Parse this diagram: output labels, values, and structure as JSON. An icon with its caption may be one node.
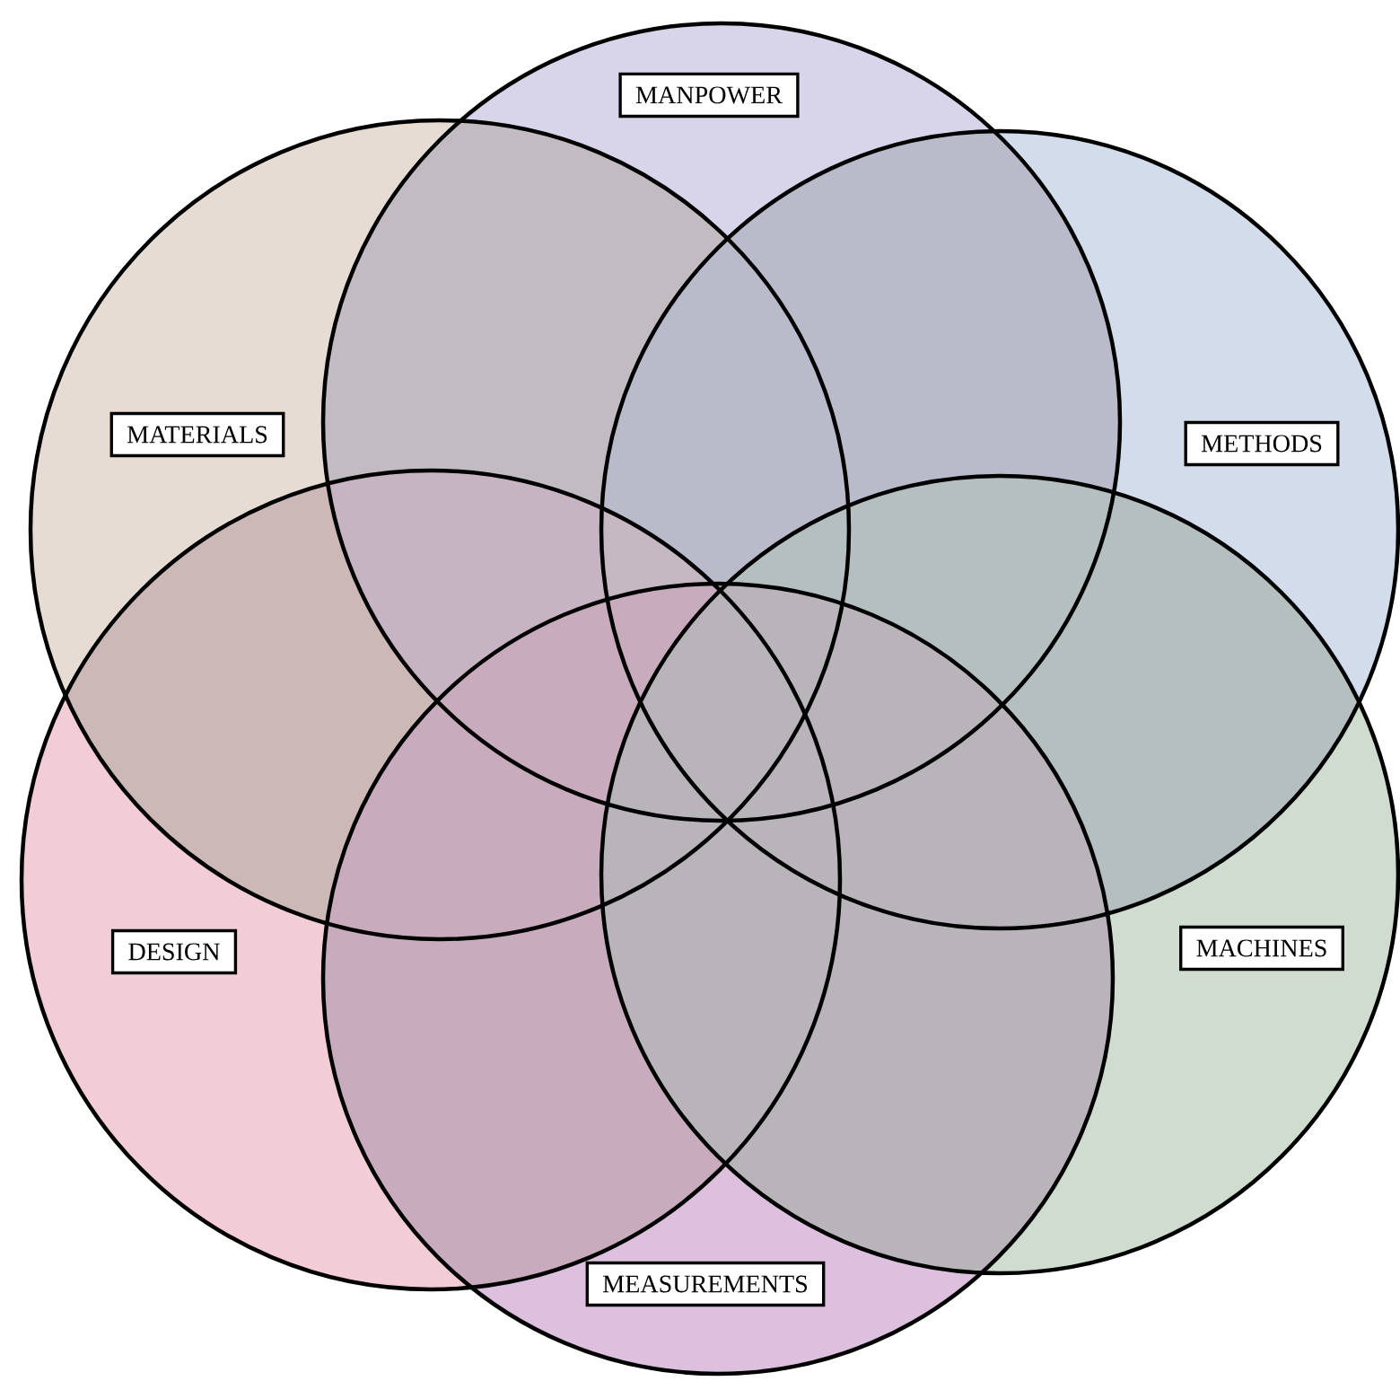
{
  "diagram": {
    "nodes": [
      {
        "text": [
          "MANPOWER"
        ]
      },
      {
        "text": [
          "MATERIALS"
        ]
      },
      {
        "text": [
          "METHODS"
        ]
      },
      {
        "text": [
          "DESIGN"
        ]
      },
      {
        "text": [
          "MACHINES"
        ]
      },
      {
        "text": [
          "MEASUREMENTS"
        ]
      }
    ]
  }
}
